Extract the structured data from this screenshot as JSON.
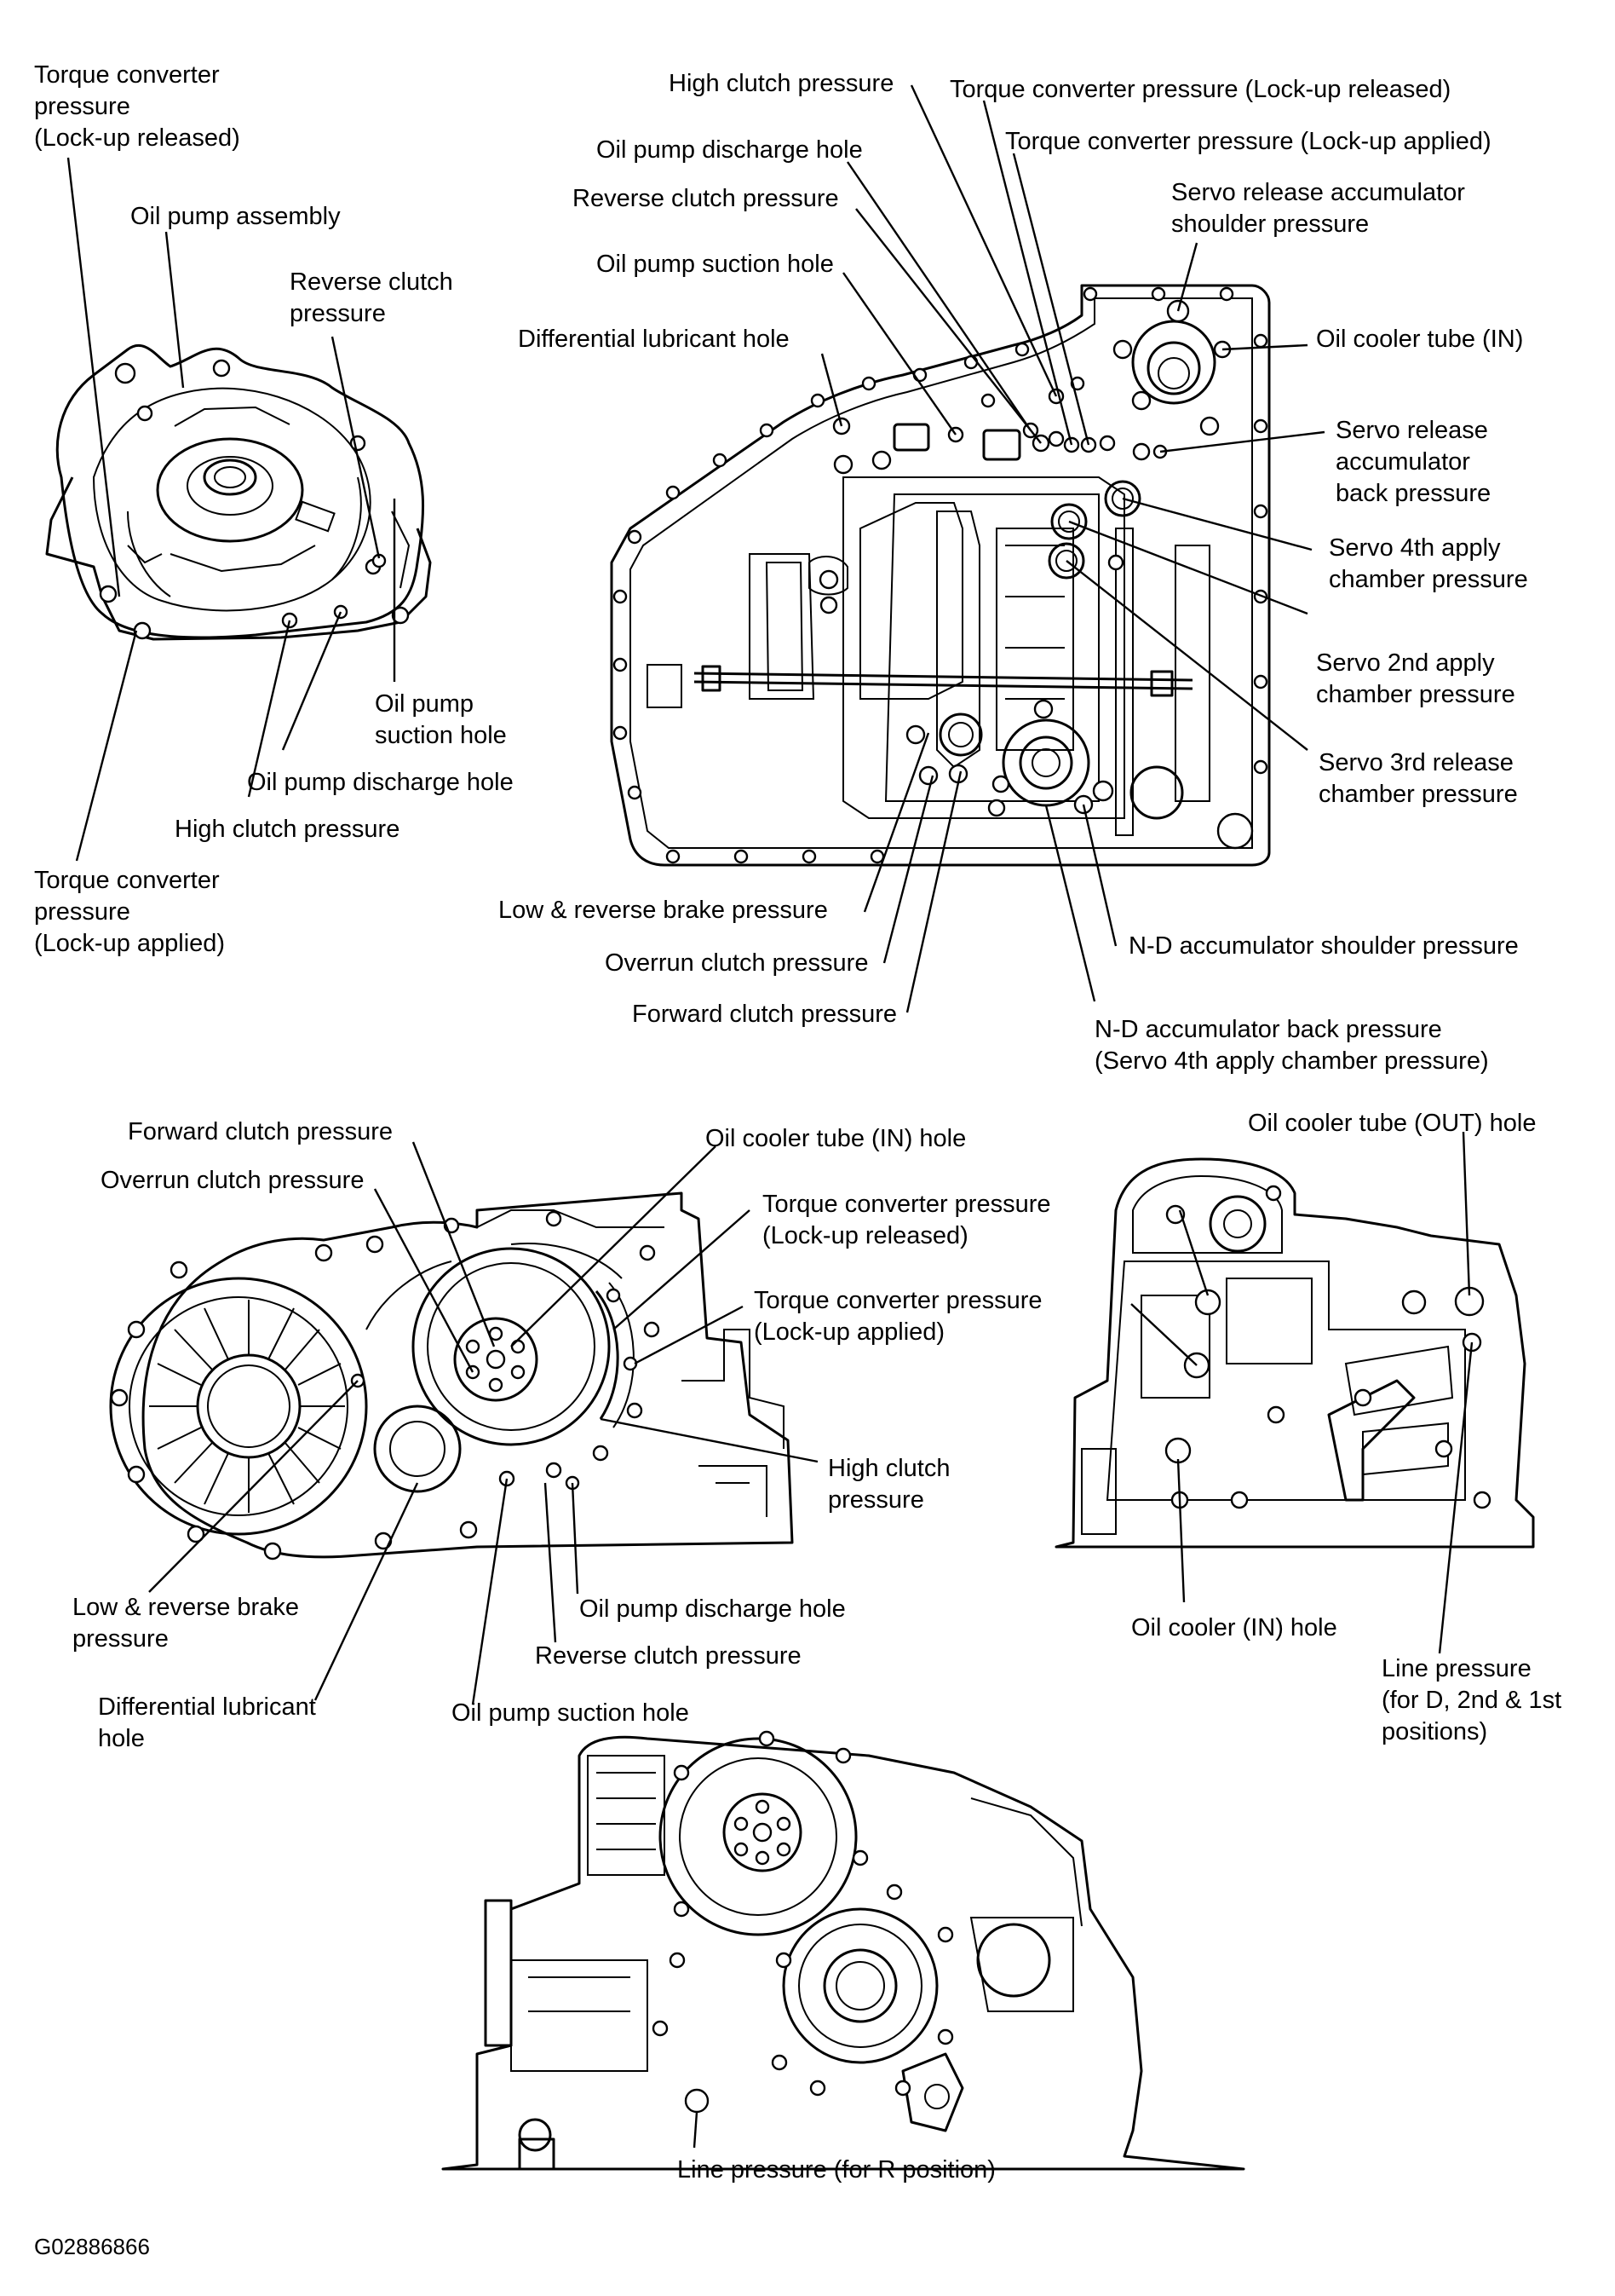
{
  "figure_code": "G02886866",
  "views": [
    {
      "view": "oil-pump-assembly",
      "labels": [
        {
          "id": "tc-released",
          "text": "Torque converter\npressure\n(Lock-up released)"
        },
        {
          "id": "oil-pump-assembly",
          "text": "Oil pump assembly"
        },
        {
          "id": "reverse-clutch",
          "text": "Reverse clutch\npressure"
        },
        {
          "id": "suction-hole",
          "text": "Oil pump\nsuction hole"
        },
        {
          "id": "discharge-hole",
          "text": "Oil pump discharge hole"
        },
        {
          "id": "high-clutch",
          "text": "High clutch pressure"
        },
        {
          "id": "tc-applied",
          "text": "Torque converter\npressure\n(Lock-up applied)"
        }
      ]
    },
    {
      "view": "transmission-case-valve-body-side",
      "labels": [
        {
          "id": "high-clutch",
          "text": "High clutch pressure"
        },
        {
          "id": "tc-released",
          "text": "Torque converter pressure (Lock-up released)"
        },
        {
          "id": "discharge-hole",
          "text": "Oil pump discharge hole"
        },
        {
          "id": "tc-applied",
          "text": "Torque converter pressure (Lock-up applied)"
        },
        {
          "id": "reverse-clutch",
          "text": "Reverse clutch pressure"
        },
        {
          "id": "servo-release-shoulder",
          "text": "Servo release accumulator\nshoulder pressure"
        },
        {
          "id": "suction-hole",
          "text": "Oil pump suction hole"
        },
        {
          "id": "diff-lube",
          "text": "Differential lubricant hole"
        },
        {
          "id": "cooler-in",
          "text": "Oil cooler tube (IN)"
        },
        {
          "id": "servo-release-back",
          "text": "Servo release\naccumulator\nback pressure"
        },
        {
          "id": "servo-4th-apply",
          "text": "Servo 4th apply\nchamber pressure"
        },
        {
          "id": "servo-2nd-apply",
          "text": "Servo 2nd apply\nchamber pressure"
        },
        {
          "id": "servo-3rd-release",
          "text": "Servo 3rd release\nchamber pressure"
        },
        {
          "id": "low-reverse-brake",
          "text": "Low & reverse brake pressure"
        },
        {
          "id": "nd-shoulder",
          "text": "N-D accumulator shoulder pressure"
        },
        {
          "id": "overrun-clutch",
          "text": "Overrun clutch pressure"
        },
        {
          "id": "forward-clutch",
          "text": "Forward clutch pressure"
        },
        {
          "id": "nd-back",
          "text": "N-D accumulator back pressure\n(Servo 4th apply chamber pressure)"
        }
      ]
    },
    {
      "view": "converter-housing-side",
      "labels": [
        {
          "id": "forward-clutch",
          "text": "Forward clutch pressure"
        },
        {
          "id": "cooler-in-hole",
          "text": "Oil cooler tube (IN) hole"
        },
        {
          "id": "overrun-clutch",
          "text": "Overrun clutch pressure"
        },
        {
          "id": "tc-released",
          "text": "Torque converter pressure\n(Lock-up released)"
        },
        {
          "id": "tc-applied",
          "text": "Torque converter pressure\n(Lock-up applied)"
        },
        {
          "id": "high-clutch",
          "text": "High clutch\npressure"
        },
        {
          "id": "low-reverse-brake",
          "text": "Low & reverse brake\npressure"
        },
        {
          "id": "discharge-hole",
          "text": "Oil pump discharge hole"
        },
        {
          "id": "reverse-clutch",
          "text": "Reverse clutch pressure"
        },
        {
          "id": "diff-lube",
          "text": "Differential lubricant\nhole"
        },
        {
          "id": "suction-hole",
          "text": "Oil pump suction hole"
        }
      ]
    },
    {
      "view": "case-top-side",
      "labels": [
        {
          "id": "cooler-out-hole",
          "text": "Oil cooler tube (OUT) hole"
        },
        {
          "id": "cooler-in-hole",
          "text": "Oil cooler (IN) hole"
        },
        {
          "id": "line-pressure-d",
          "text": "Line pressure\n(for D, 2nd & 1st\npositions)"
        }
      ]
    },
    {
      "view": "case-rear-side",
      "labels": [
        {
          "id": "line-pressure-r",
          "text": "Line pressure (for R position)"
        }
      ]
    }
  ]
}
